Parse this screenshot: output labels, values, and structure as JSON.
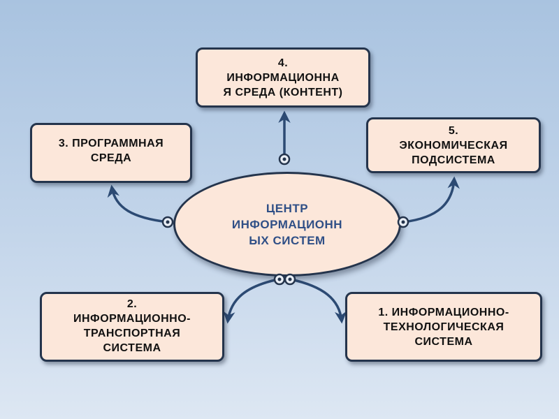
{
  "diagram": {
    "center": {
      "text": "ЦЕНТР\nИНФОРМАЦИОНН\nЫХ СИСТЕМ"
    },
    "nodes": [
      {
        "id": "1",
        "text": "1. ИНФОРМАЦИОННО-\nТЕХНОЛОГИЧЕСКАЯ\nСИСТЕМА"
      },
      {
        "id": "2",
        "text": "2.\nИНФОРМАЦИОННО-\nТРАНСПОРТНАЯ\nСИСТЕМА"
      },
      {
        "id": "3",
        "text": "3. ПРОГРАММНАЯ\nСРЕДА"
      },
      {
        "id": "4",
        "text": "4.\nИНФОРМАЦИОННА\nЯ СРЕДА (КОНТЕНТ)"
      },
      {
        "id": "5",
        "text": "5.\nЭКОНОМИЧЕСКАЯ\nПОДСИСТЕМА"
      }
    ],
    "colors": {
      "box_fill": "#fce7da",
      "border": "#24344c",
      "connector": "#2c4a73",
      "center_text": "#2f4f86"
    }
  }
}
